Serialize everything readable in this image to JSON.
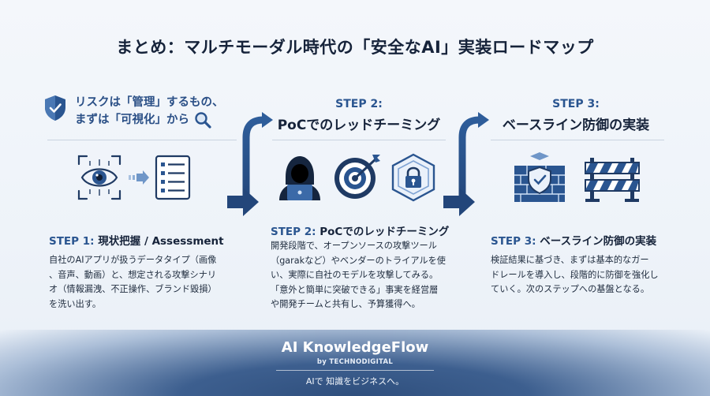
{
  "title": "まとめ：マルチモーダル時代の「安全なAI」実装ロードマップ",
  "intro": {
    "line1": "リスクは「管理」するもの、",
    "line2": "まずは「可視化」から"
  },
  "steps": [
    {
      "title_prefix": "STEP 1:",
      "title_text": " 現状把握 / Assessment",
      "body": [
        "自社のAIアプリが扱うデータタイプ（画像",
        "、音声、動画）と、想定される攻撃シナリ",
        "オ（情報漏洩、不正操作、ブランド毀損）",
        "を洗い出す。"
      ]
    },
    {
      "head_num": "STEP 2:",
      "head_title": "PoCでのレッドチーミング",
      "title_prefix": "STEP 2:",
      "title_text": " PoCでのレッドチーミング",
      "body": [
        "開発段階で、オープンソースの攻撃ツール",
        "（garakなど）やベンダーのトライアルを使",
        "い、実際に自社のモデルを攻撃してみる。",
        "「意外と簡単に突破できる」事実を経営層",
        "や開発チームと共有し、予算獲得へ。"
      ]
    },
    {
      "head_num": "STEP 3:",
      "head_title": "ベースライン防御の実装",
      "title_prefix": "STEP 3:",
      "title_text": " ベースライン防御の実装",
      "body": [
        "検証結果に基づき、まずは基本的なガー",
        "ドレールを導入し、段階的に防御を強化し",
        "ていく。次のステップへの基盤となる。"
      ]
    }
  ],
  "footer": {
    "brand": "AI KnowledgeFlow",
    "brand_sub": "by TECHNODIGITAL",
    "tagline": "AIで 知識をビジネスへ。"
  },
  "colors": {
    "accent": "#2a5590",
    "navy": "#1f3a63",
    "text": "#16233a"
  }
}
